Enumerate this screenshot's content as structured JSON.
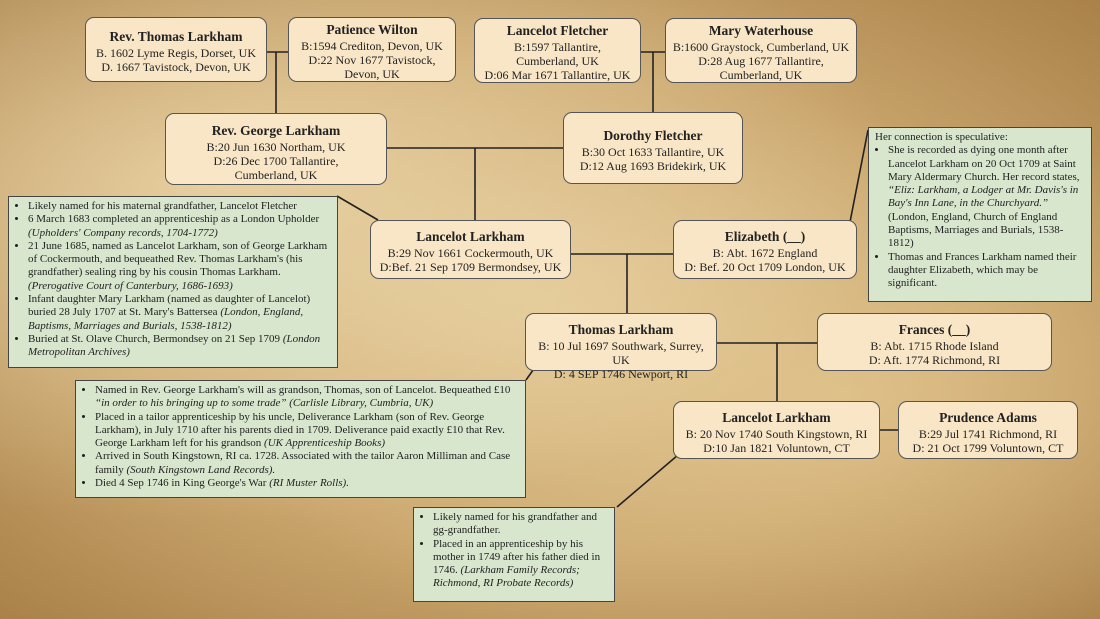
{
  "people": {
    "thomas_sr": {
      "name": "Rev. Thomas Larkham",
      "lines": [
        "B. 1602 Lyme Regis, Dorset, UK",
        "D. 1667 Tavistock, Devon, UK"
      ]
    },
    "patience": {
      "name": "Patience Wilton",
      "lines": [
        "B:1594 Crediton, Devon, UK",
        "D:22 Nov 1677 Tavistock,",
        "Devon, UK"
      ]
    },
    "lancelot_f": {
      "name": "Lancelot Fletcher",
      "lines": [
        "B:1597 Tallantire,",
        "Cumberland, UK",
        "D:06 Mar 1671 Tallantire, UK"
      ]
    },
    "mary_w": {
      "name": "Mary Waterhouse",
      "lines": [
        "B:1600 Graystock, Cumberland, UK",
        "D:28 Aug 1677 Tallantire,",
        "Cumberland, UK"
      ]
    },
    "george": {
      "name": "Rev. George Larkham",
      "lines": [
        "B:20 Jun 1630 Northam, UK",
        "D:26 Dec 1700 Tallantire,",
        "Cumberland, UK"
      ]
    },
    "dorothy": {
      "name": "Dorothy Fletcher",
      "lines": [
        "B:30 Oct 1633 Tallantire, UK",
        "D:12 Aug 1693 Bridekirk, UK"
      ]
    },
    "lancelot_l": {
      "name": "Lancelot Larkham",
      "lines": [
        "B:29 Nov 1661 Cockermouth, UK",
        "D:Bef. 21 Sep 1709 Bermondsey, UK"
      ]
    },
    "elizabeth": {
      "name": "Elizabeth (__)",
      "lines": [
        "B: Abt. 1672 England",
        "D: Bef. 20 Oct 1709 London, UK"
      ]
    },
    "thomas_l": {
      "name": "Thomas Larkham",
      "lines": [
        "B: 10 Jul 1697 Southwark, Surrey, UK",
        "D: 4 SEP 1746  Newport, RI"
      ]
    },
    "frances": {
      "name": "Frances (__)",
      "lines": [
        "B: Abt. 1715 Rhode Island",
        "D: Aft. 1774 Richmond, RI"
      ]
    },
    "lancelot_j": {
      "name": "Lancelot Larkham",
      "lines": [
        "B: 20 Nov 1740 South Kingstown, RI",
        "D:10 Jan 1821 Voluntown, CT"
      ]
    },
    "prudence": {
      "name": "Prudence Adams",
      "lines": [
        "B:29 Jul 1741 Richmond, RI",
        "D: 21 Oct 1799 Voluntown, CT"
      ]
    }
  },
  "notes": {
    "lancelot_note": {
      "items": [
        [
          {
            "t": "Likely named for his maternal grandfather, Lancelot Fletcher"
          }
        ],
        [
          {
            "t": "6 March 1683 completed an apprenticeship as a London Upholder "
          },
          {
            "t": "(Upholders' Company records, 1704-1772)",
            "i": true
          }
        ],
        [
          {
            "t": "21 June 1685, named as Lancelot Larkham, son of George Larkham of Cockermouth, and bequeathed Rev. Thomas Larkham's (his grandfather) sealing ring by his cousin Thomas Larkham."
          },
          {
            "t": "(Prerogative Court of Canterbury, 1686-1693)",
            "i": true
          }
        ],
        [
          {
            "t": "Infant daughter Mary Larkham (named as daughter of Lancelot) buried 28 July 1707 at St. Mary's Battersea "
          },
          {
            "t": "(London, England, Baptisms, Marriages and Burials, 1538-1812)",
            "i": true
          }
        ],
        [
          {
            "t": "Buried at St. Olave Church, Bermondsey on 21 Sep 1709 "
          },
          {
            "t": "(London Metropolitan Archives)",
            "i": true
          }
        ]
      ]
    },
    "elizabeth_note": {
      "intro": "Her connection is speculative:",
      "items": [
        [
          {
            "t": "She is recorded as dying one month after Lancelot Larkham on 20 Oct 1709 at Saint Mary Aldermary Church. Her record states, "
          },
          {
            "t": "“Eliz: Larkham, a Lodger at Mr. Davis's in Bay's Inn Lane, in the Churchyard.”",
            "i": true
          },
          {
            "t": " (London, England, Church of England Baptisms, Marriages and Burials, 1538-1812)"
          }
        ],
        [
          {
            "t": "Thomas and Frances Larkham named their daughter Elizabeth, which may be significant."
          }
        ]
      ]
    },
    "thomas_note": {
      "items": [
        [
          {
            "t": "Named in Rev. George Larkham's will as grandson, Thomas, son of Lancelot. Bequeathed £10 "
          },
          {
            "t": "“in order to his bringing up to some trade” (Carlisle Library, Cumbria, UK)",
            "i": true
          }
        ],
        [
          {
            "t": "Placed in a tailor apprenticeship by his uncle, Deliverance Larkham (son of Rev. George Larkham), in July 1710 after his parents died in 1709. Deliverance paid exactly £10 that Rev. George Larkham left for his grandson "
          },
          {
            "t": "(UK Apprenticeship Books)",
            "i": true
          }
        ],
        [
          {
            "t": "Arrived in South Kingstown, RI ca. 1728.  Associated with the tailor Aaron Milliman and Case family "
          },
          {
            "t": "(South Kingstown Land Records).",
            "i": true
          }
        ],
        [
          {
            "t": "Died 4 Sep 1746 in King George's War "
          },
          {
            "t": "(RI Muster Rolls).",
            "i": true
          }
        ]
      ]
    },
    "lancelot_j_note": {
      "items": [
        [
          {
            "t": "Likely named for his grandfather and gg-grandfather."
          }
        ],
        [
          {
            "t": "Placed in an apprenticeship by his mother in 1749 after his father died in 1746. "
          },
          {
            "t": "(Larkham Family Records; Richmond, RI Probate Records)",
            "i": true
          }
        ]
      ]
    }
  }
}
